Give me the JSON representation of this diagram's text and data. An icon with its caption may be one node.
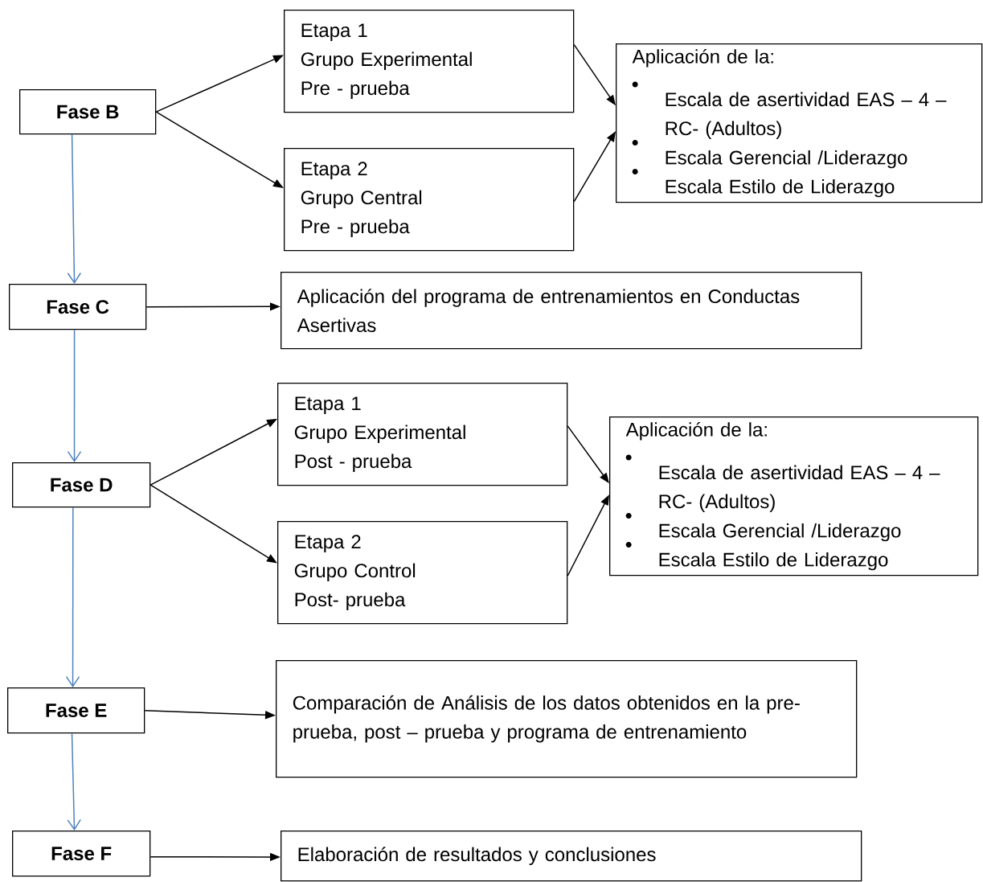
{
  "diagram": {
    "nodes": [
      {
        "text": [
          "Fase B"
        ]
      },
      {
        "text": [
          "Etapa 1",
          "Grupo Experimental",
          "Pre - prueba"
        ]
      },
      {
        "text": [
          "Etapa 2",
          "Grupo Central",
          "Pre - prueba"
        ]
      },
      {
        "text": [
          "Aplicación de la:",
          "Escala de asertividad EAS – 4 – RC- (Adultos)",
          "Escala Gerencial /Liderazgo",
          "Escala Estilo de Liderazgo"
        ]
      },
      {
        "text": [
          "Fase C"
        ]
      },
      {
        "text": [
          "Aplicación del programa de  entrenamientos en Conductas Asertivas"
        ]
      },
      {
        "text": [
          "Fase D"
        ]
      },
      {
        "text": [
          "Etapa 1",
          "Grupo Experimental",
          "Post - prueba"
        ]
      },
      {
        "text": [
          "Etapa 2",
          "Grupo Control",
          "Post- prueba"
        ]
      },
      {
        "text": [
          "Aplicación de la:",
          "Escala de asertividad EAS – 4 – RC- (Adultos)",
          "Escala Gerencial /Liderazgo",
          "Escala Estilo de Liderazgo"
        ]
      },
      {
        "text": [
          "Fase E"
        ]
      },
      {
        "text": [
          "Comparación de Análisis de los datos obtenidos en la pre- prueba,  post – prueba y programa de entrenamiento"
        ]
      },
      {
        "text": [
          "Fase F"
        ]
      },
      {
        "text": [
          "Elaboración de resultados y conclusiones"
        ]
      }
    ],
    "edges": [
      {
        "from": 0,
        "to": 1,
        "arrow": "to"
      },
      {
        "from": 0,
        "to": 2,
        "arrow": "to"
      },
      {
        "from": 1,
        "to": 3,
        "arrow": "to"
      },
      {
        "from": 2,
        "to": 3,
        "arrow": "to"
      },
      {
        "from": 0,
        "to": 4,
        "arrow": "to",
        "color": "#4f81bd"
      },
      {
        "from": 4,
        "to": 5,
        "arrow": "to"
      },
      {
        "from": 4,
        "to": 6,
        "arrow": "to",
        "color": "#4f81bd"
      },
      {
        "from": 6,
        "to": 7,
        "arrow": "to"
      },
      {
        "from": 6,
        "to": 8,
        "arrow": "to"
      },
      {
        "from": 7,
        "to": 9,
        "arrow": "to"
      },
      {
        "from": 8,
        "to": 9,
        "arrow": "to"
      },
      {
        "from": 6,
        "to": 10,
        "arrow": "to",
        "color": "#4f81bd"
      },
      {
        "from": 10,
        "to": 11,
        "arrow": "to"
      },
      {
        "from": 10,
        "to": 12,
        "arrow": "to",
        "color": "#4f81bd"
      },
      {
        "from": 12,
        "to": 13,
        "arrow": "to"
      }
    ]
  }
}
